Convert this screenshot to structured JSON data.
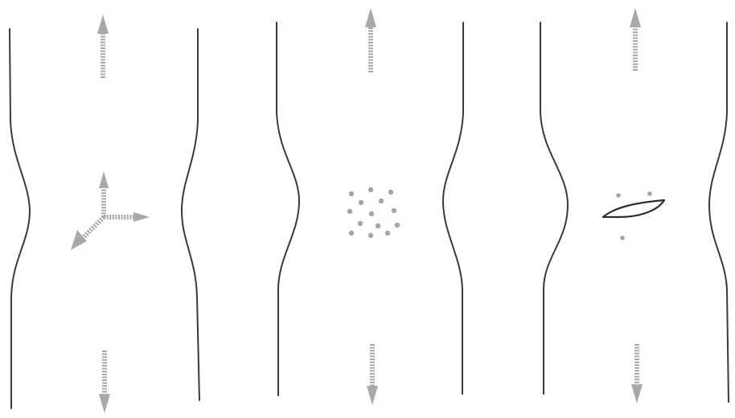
{
  "figure": {
    "panels": [
      {
        "id": "panel-1",
        "interior_feature": "strain-axes"
      },
      {
        "id": "panel-2",
        "interior_feature": "voids"
      },
      {
        "id": "panel-3",
        "interior_feature": "crack"
      }
    ],
    "colors": {
      "outline": "#3a3a3a",
      "arrow": "#a9a9a9",
      "particle": "#a5a5a5",
      "crack": "#2f2f2f"
    }
  }
}
